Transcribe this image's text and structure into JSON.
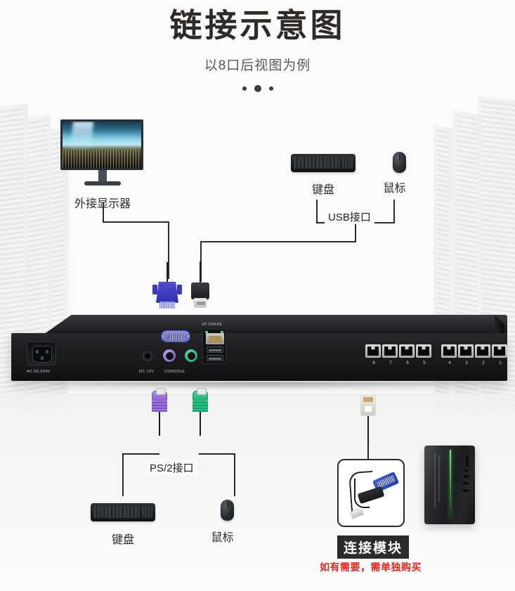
{
  "header": {
    "title": "链接示意图",
    "subtitle": "以8口后视图为例"
  },
  "devices": {
    "external_monitor": "外接显示器",
    "usb_keyboard": "键盘",
    "usb_mouse": "鼠标",
    "usb_port_label": "USB接口",
    "ps2_port_label": "PS/2接口",
    "ps2_keyboard": "键盘",
    "ps2_mouse": "鼠标",
    "connect_module": "连接模块",
    "connect_module_note": "如有需要，需单独购买"
  },
  "kvm_panel": {
    "ac_label": "AC 90-264V",
    "dc_label": "DC 12V",
    "console_label": "CONSOLE",
    "upgrade_label": "UP GRADE",
    "rj45_ports_left": [
      "8",
      "7",
      "6",
      "5"
    ],
    "rj45_ports_right": [
      "4",
      "3",
      "2",
      "1"
    ]
  },
  "colors": {
    "title": "#2e2a28",
    "note_red": "#e8241c",
    "ps2_keyboard_purple": "#8f62d8",
    "ps2_mouse_green": "#22b47a",
    "vga_blue": "#2f2fae",
    "tower_accent_green": "#7ef07e",
    "background": "#fbfbfb"
  }
}
